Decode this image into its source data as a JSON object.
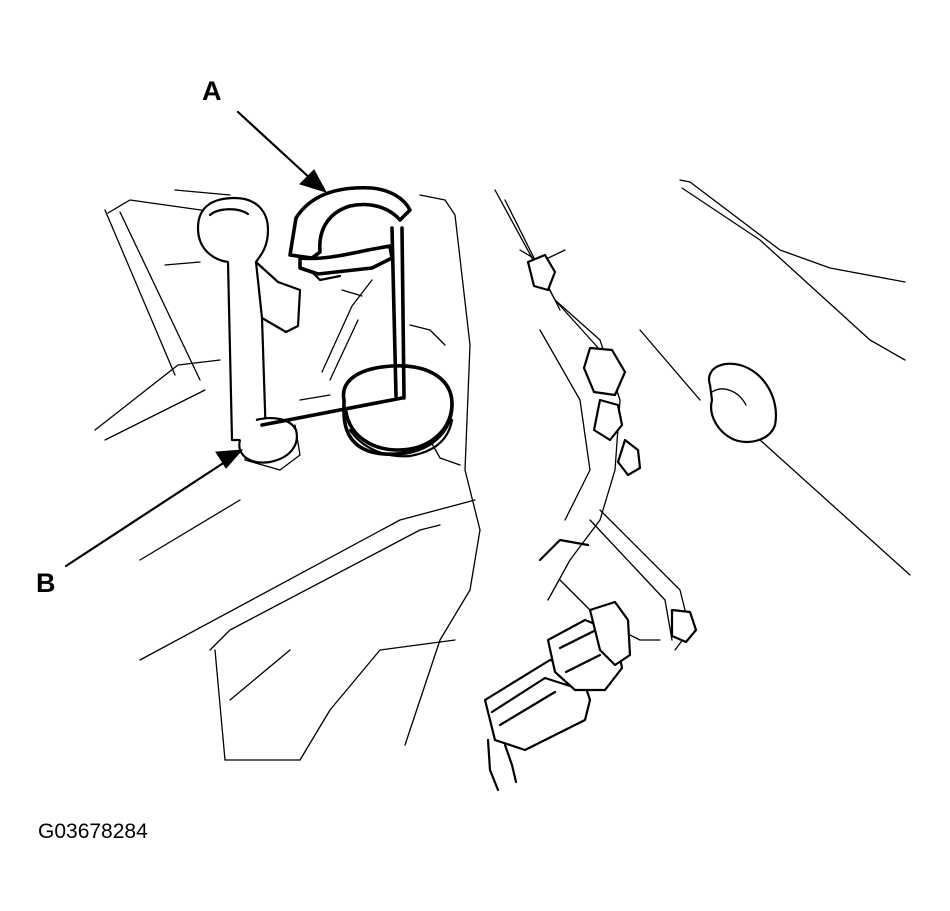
{
  "figure": {
    "callouts": [
      {
        "id": "A",
        "text": "A"
      },
      {
        "id": "B",
        "text": "B"
      }
    ],
    "reference_code": "G03678284"
  },
  "colors": {
    "ink": "#000000",
    "paper": "#ffffff"
  }
}
